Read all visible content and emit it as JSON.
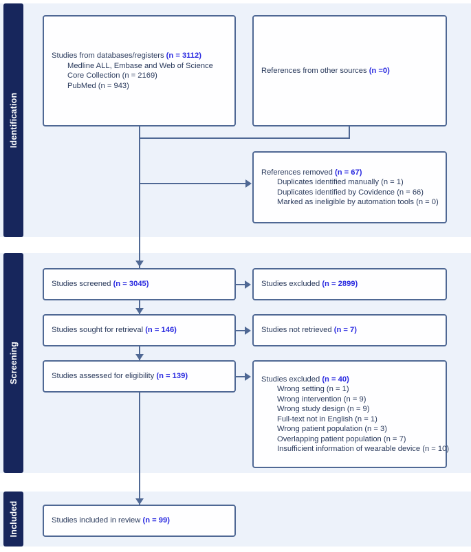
{
  "diagram": {
    "title": "PRISMA flow diagram",
    "colors": {
      "stage_tab": "#17265c",
      "band_background": "#edf2fa",
      "box_border": "#4f6894",
      "box_fill": "#fefeff",
      "text": "#2a3a5c",
      "count_accent": "#2a2ae0",
      "connector": "#4f6894"
    }
  },
  "stages": [
    {
      "id": "identification",
      "label": "Identification"
    },
    {
      "id": "screening",
      "label": "Screening"
    },
    {
      "id": "included",
      "label": "Included"
    }
  ],
  "boxes": {
    "databases": {
      "head_text": "Studies from databases/registers ",
      "head_count": "(n = 3112)",
      "sub_lines": [
        "Medline ALL, Embase and Web of Science",
        "Core Collection (n = 2169)",
        "PubMed (n = 943)"
      ]
    },
    "other_sources": {
      "head_text": "References from other sources ",
      "head_count": "(n =0)"
    },
    "references_removed": {
      "head_text": "References removed ",
      "head_count": "(n = 67)",
      "sub_lines": [
        "Duplicates identified manually (n = 1)",
        "Duplicates identified by Covidence (n = 66)",
        "Marked as ineligible by automation tools (n = 0)"
      ]
    },
    "screened": {
      "head_text": "Studies screened ",
      "head_count": "(n = 3045)"
    },
    "excluded_screening": {
      "head_text": "Studies excluded ",
      "head_count": "(n = 2899)"
    },
    "sought_retrieval": {
      "head_text": "Studies sought for retrieval ",
      "head_count": "(n = 146)"
    },
    "not_retrieved": {
      "head_text": "Studies not retrieved ",
      "head_count": "(n = 7)"
    },
    "assessed_eligibility": {
      "head_text": "Studies assessed for eligibility ",
      "head_count": "(n = 139)"
    },
    "excluded_eligibility": {
      "head_text": "Studies excluded ",
      "head_count": "(n = 40)",
      "sub_lines": [
        "Wrong setting (n = 1)",
        "Wrong intervention (n = 9)",
        "Wrong study design (n = 9)",
        "Full-text not in English (n = 1)",
        "Wrong patient population (n = 3)",
        "Overlapping patient population (n = 7)",
        "Insufficient information of wearable device (n = 10)"
      ]
    },
    "included_review": {
      "head_text": "Studies included in review ",
      "head_count": "(n = 99)"
    }
  }
}
